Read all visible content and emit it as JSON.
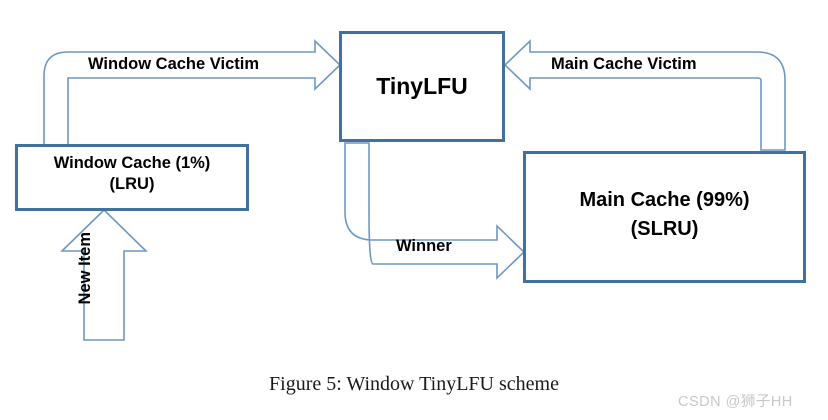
{
  "figure": {
    "caption": "Figure 5: Window TinyLFU scheme",
    "watermark": "CSDN @狮子HH",
    "colors": {
      "box_border": "#41719C",
      "arrow_stroke": "#6E97C4",
      "background": "#FFFFFF",
      "text": "#000000",
      "watermark_text": "#C8C8C8"
    }
  },
  "nodes": [
    {
      "id": "window-cache",
      "line1": "Window Cache (1%)",
      "line2": "(LRU)"
    },
    {
      "id": "tinylfu",
      "line1": "TinyLFU",
      "line2": ""
    },
    {
      "id": "main-cache",
      "line1": "Main Cache (99%)",
      "line2": "(SLRU)"
    }
  ],
  "arrows": [
    {
      "id": "window-cache-victim",
      "label": "Window Cache Victim",
      "from": "window-cache",
      "to": "tinylfu",
      "direction": "right"
    },
    {
      "id": "main-cache-victim",
      "label": "Main Cache Victim",
      "from": "main-cache",
      "to": "tinylfu",
      "direction": "left"
    },
    {
      "id": "winner",
      "label": "Winner",
      "from": "tinylfu",
      "to": "main-cache",
      "direction": "right"
    },
    {
      "id": "new-item",
      "label": "New Item",
      "from": "external",
      "to": "window-cache",
      "direction": "up"
    }
  ]
}
